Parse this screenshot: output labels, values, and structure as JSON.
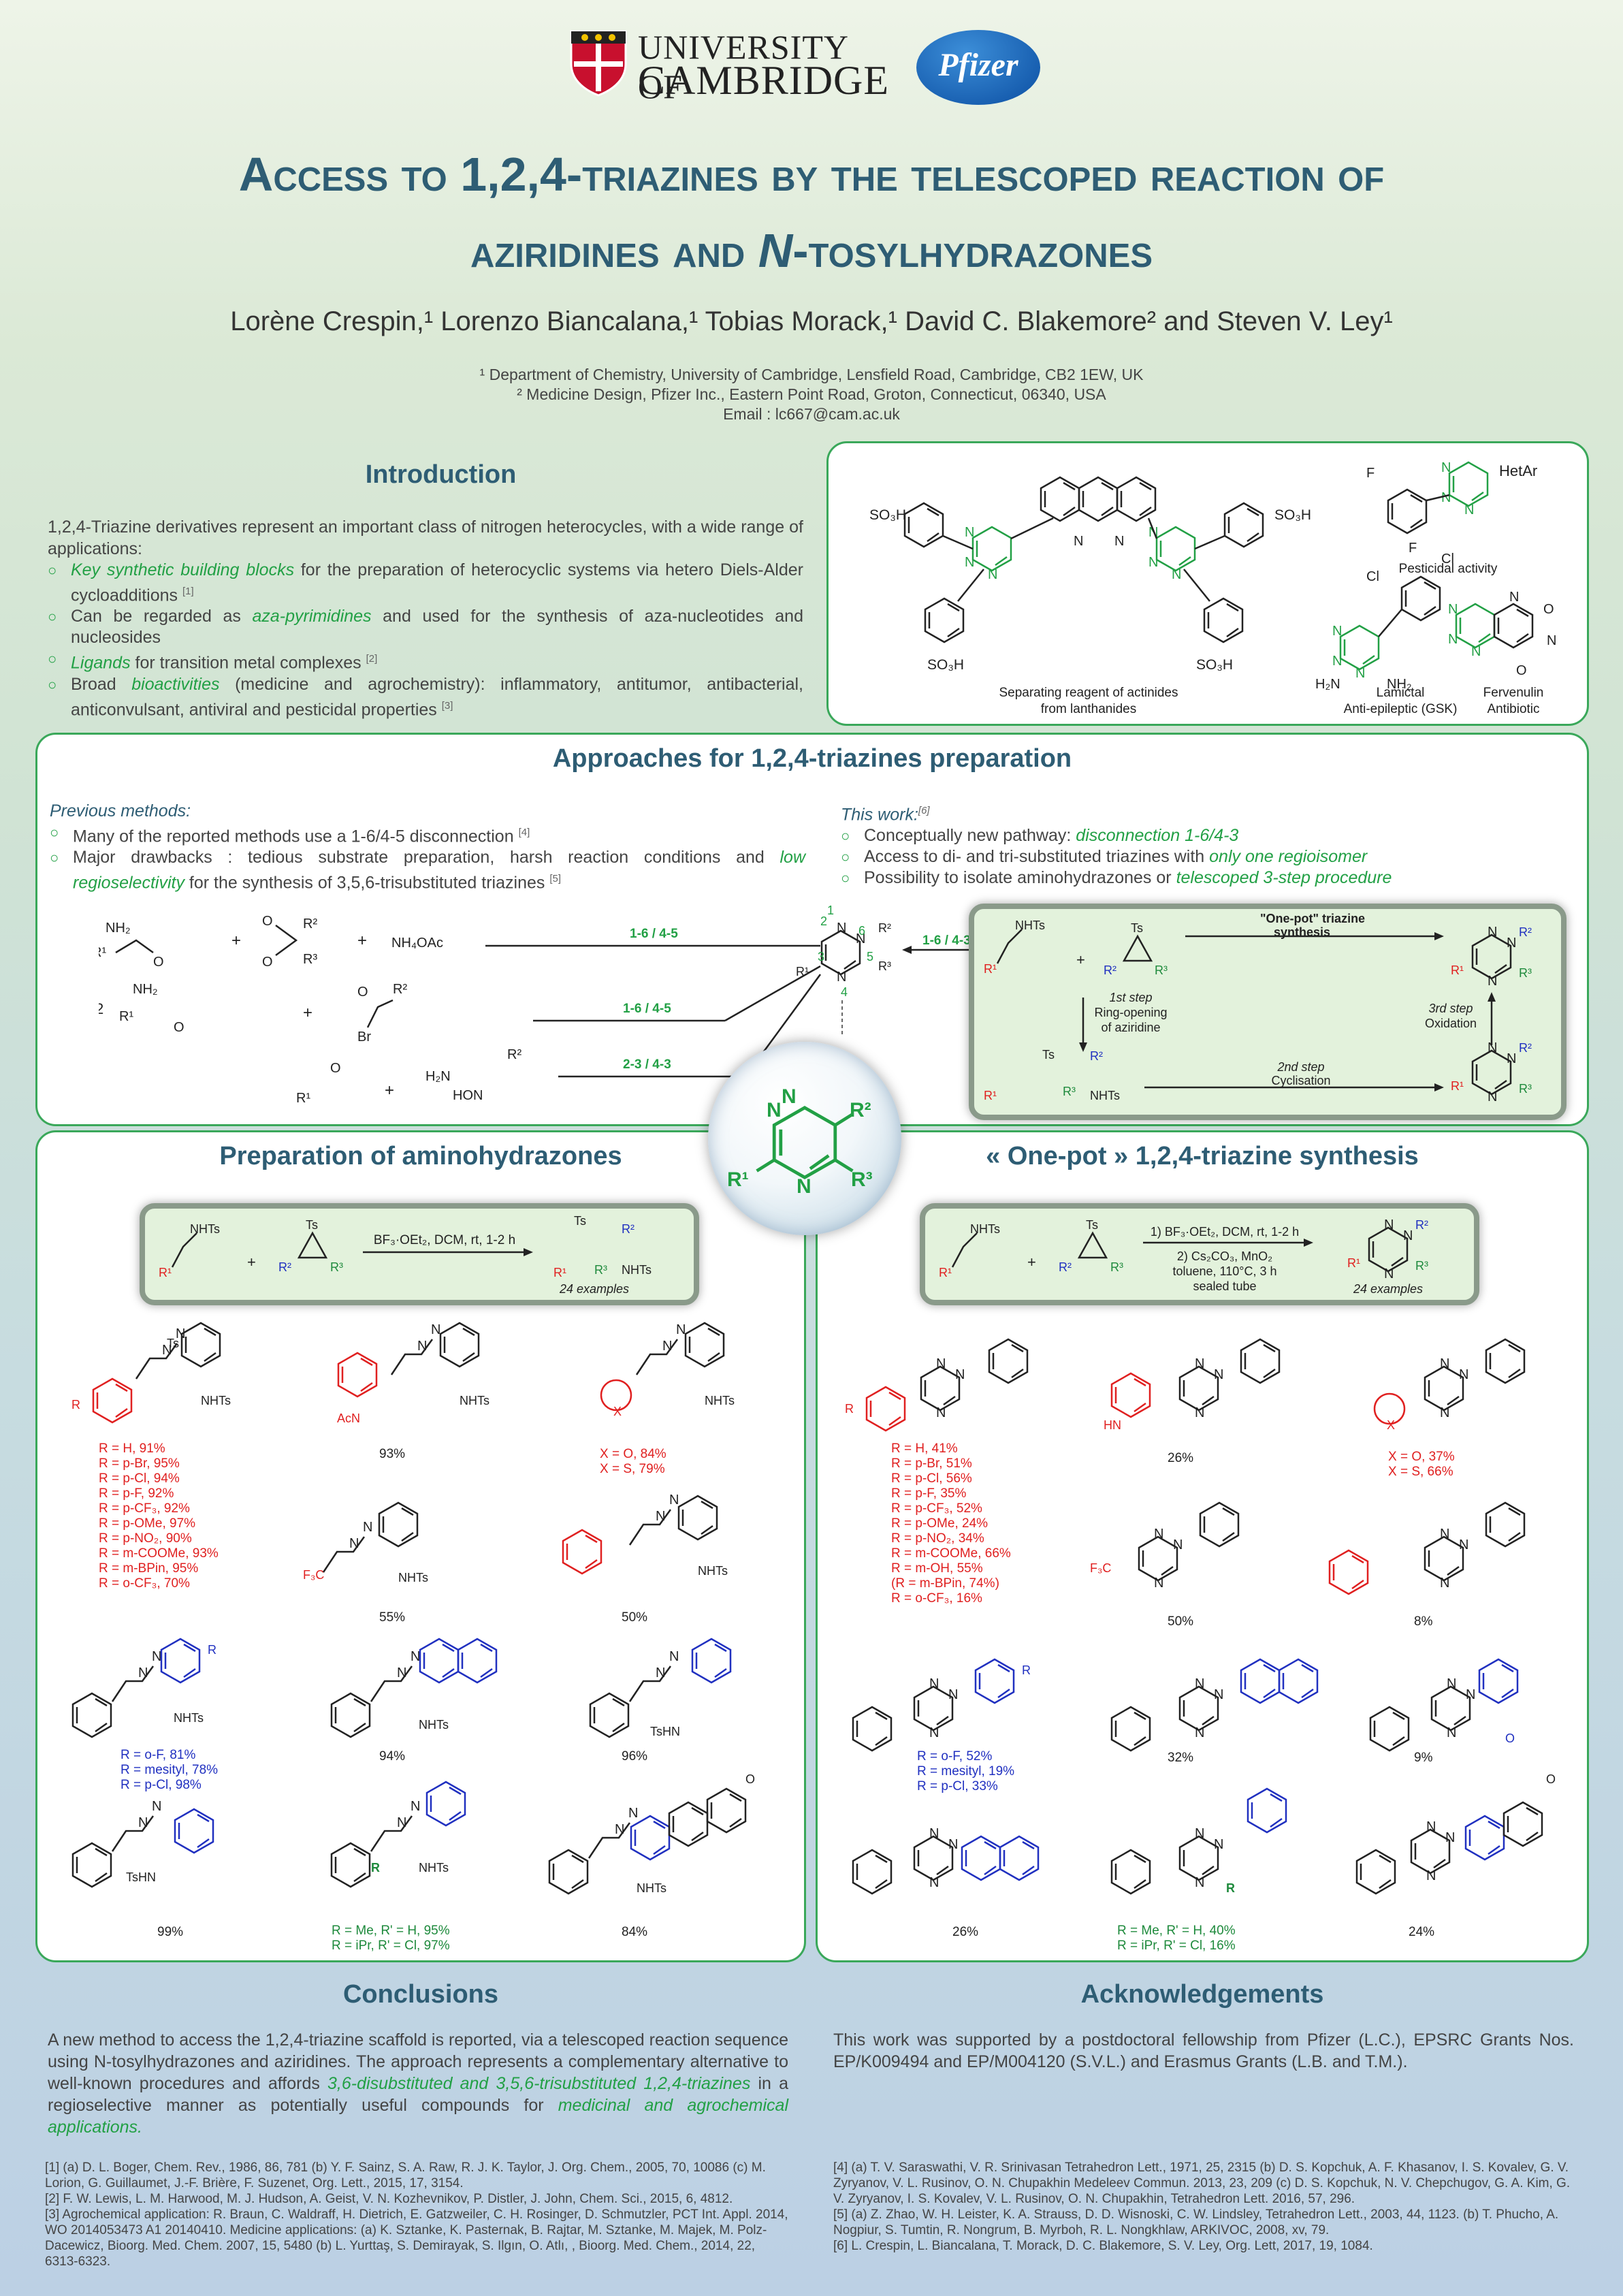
{
  "header": {
    "uni_line1": "UNIVERSITY OF",
    "uni_line2": "CAMBRIDGE",
    "pfizer": "Pfizer",
    "title_line1": "Access to 1,2,4-triazines by the telescoped reaction of",
    "title_line2_a": "aziridines and ",
    "title_line2_b": "N",
    "title_line2_c": "-tosylhydrazones",
    "authors": "Lorène Crespin,¹ Lorenzo Biancalana,¹ Tobias Morack,¹ David C. Blakemore² and Steven V. Ley¹",
    "affil1": "¹ Department of Chemistry, University of Cambridge, Lensfield Road, Cambridge, CB2 1EW, UK",
    "affil2": "² Medicine Design, Pfizer Inc., Eastern Point Road, Groton, Connecticut, 06340, USA",
    "email": "Email : lc667@cam.ac.uk"
  },
  "intro": {
    "title": "Introduction",
    "lead": "1,2,4-Triazine derivatives represent an important class of nitrogen heterocycles, with a wide range of applications:",
    "b1_hl": "Key synthetic building blocks",
    "b1_rest": " for the preparation of heterocyclic systems via hetero Diels-Alder cycloadditions ",
    "b1_ref": "[1]",
    "b2_a": "Can be regarded as ",
    "b2_hl": "aza-pyrimidines",
    "b2_rest": " and used for the synthesis of aza-nucleotides and nucleosides",
    "b3_hl": "Ligands",
    "b3_rest": " for transition metal complexes ",
    "b3_ref": "[2]",
    "b4_a": "Broad ",
    "b4_hl": "bioactivities",
    "b4_rest": " (medicine and agrochemistry): inflammatory, antitumor, antibacterial, anticonvulsant, antiviral and pesticidal properties ",
    "b4_ref": "[3]"
  },
  "structures": {
    "s1_l1": "Separating reagent of actinides",
    "s1_l2": "from lanthanides",
    "s2_l1": "Lamictal",
    "s2_l2": "Anti-epileptic (GSK)",
    "s3_l1": "Fervenulin",
    "s3_l2": "Antibiotic",
    "s4": "Pesticidal activity",
    "hetar": "HetAr",
    "so3h": "SO₃H"
  },
  "approaches": {
    "title": "Approaches for 1,2,4-triazines preparation",
    "prev_head": "Previous methods:",
    "prev_b1": "Many of the reported methods use a 1-6/4-5 disconnection ",
    "prev_b1_ref": "[4]",
    "prev_b2_a": "Major drawbacks : tedious substrate preparation, harsh reaction conditions and ",
    "prev_b2_hl": "low regioselectivity",
    "prev_b2_rest": " for the synthesis of 3,5,6-trisubstituted triazines ",
    "prev_b2_ref": "[5]",
    "this_head": "This work:",
    "this_ref": "[6]",
    "this_b1_a": "Conceptually new pathway: ",
    "this_b1_hl": "disconnection 1-6/4-3",
    "this_b2_a": "Access to di- and tri-substituted triazines with ",
    "this_b2_hl": "only one regioisomer",
    "this_b3_a": "Possibility to isolate aminohydrazones or ",
    "this_b3_hl": "telescoped 3-step procedure",
    "arrow1": "1-6 / 4-5",
    "arrow2": "1-6 / 4-5",
    "arrow3": "2-3 / 4-3",
    "arrow4": "1-6 / 4-3",
    "nh4oac": "NH₄OAc",
    "two": "2",
    "onepot": "\"One-pot\" triazine",
    "synthesis": "synthesis",
    "step1a": "1st step",
    "step1b": "Ring-opening",
    "step1c": "of aziridine",
    "step2a": "2nd step",
    "step2b": "Cyclisation",
    "step3a": "3rd step",
    "step3b": "Oxidation"
  },
  "prep": {
    "title": "Preparation of aminohydrazones",
    "cond": "BF₃·OEt₂, DCM, rt, 1-2 h",
    "examples": "24 examples",
    "c1": [
      "R = H, 91%",
      "R = p-Br, 95%",
      "R = p-Cl, 94%",
      "R = p-F, 92%",
      "R = p-CF₃, 92%",
      "R = p-OMe, 97%",
      "R = p-NO₂, 90%",
      "R = m-COOMe, 93%",
      "R = m-BPin, 95%",
      "R = o-CF₃, 70%"
    ],
    "y_indole": "93%",
    "y_furan": [
      "X = O, 84%",
      "X = S, 79%"
    ],
    "y_cf3": "55%",
    "y_phet": "50%",
    "y_sub": [
      "R = o-F, 81%",
      "R = mesityl, 78%",
      "R = p-Cl, 98%"
    ],
    "y_naph": "94%",
    "y_indane": "96%",
    "y_tetra": "99%",
    "y_alkyl": [
      "R = Me, R' = H, 95%",
      "R = iPr, R' = Cl, 97%"
    ],
    "y_estrone": "84%"
  },
  "onepot": {
    "title": "« One-pot » 1,2,4-triazine synthesis",
    "cond1": "1) BF₃·OEt₂, DCM, rt, 1-2 h",
    "cond2": "2) Cs₂CO₃, MnO₂",
    "cond3": "toluene, 110°C, 3 h",
    "cond4": "sealed tube",
    "examples": "24 examples",
    "c1": [
      "R = H, 41%",
      "R = p-Br, 51%",
      "R = p-Cl, 56%",
      "R = p-F, 35%",
      "R = p-CF₃, 52%",
      "R = p-OMe, 24%",
      "R = p-NO₂, 34%",
      "R = m-COOMe, 66%",
      "R = m-OH, 55%",
      "(R = m-BPin, 74%)",
      "R = o-CF₃, 16%"
    ],
    "y_indole": "26%",
    "y_furan": [
      "X = O, 37%",
      "X = S, 66%"
    ],
    "y_cf3": "50%",
    "y_phet": "8%",
    "y_sub": [
      "R = o-F, 52%",
      "R = mesityl, 19%",
      "R = p-Cl, 33%"
    ],
    "y_naph": "32%",
    "y_fluor": "9%",
    "y_anth": "26%",
    "y_alkyl": [
      "R = Me, R' = H, 40%",
      "R = iPr, R' = Cl, 16%"
    ],
    "y_estrone": "24%"
  },
  "conclusions": {
    "title": "Conclusions",
    "text_a": "A new method to access the 1,2,4-triazine scaffold is reported, via a telescoped reaction sequence using N-tosylhydrazones and aziridines. The approach represents a complementary alternative to well-known procedures and affords ",
    "text_hl1": "3,6-disubstituted and 3,5,6-trisubstituted 1,2,4-triazines",
    "text_b": " in a regioselective manner as potentially useful compounds for ",
    "text_hl2": "medicinal and agrochemical applications."
  },
  "ack": {
    "title": "Acknowledgements",
    "text": "This work was supported by a postdoctoral fellowship from Pfizer (L.C.), EPSRC Grants Nos. EP/K009494 and EP/M004120 (S.V.L.) and Erasmus Grants (L.B. and T.M.)."
  },
  "refs_left": [
    "[1] (a) D. L. Boger, Chem. Rev., 1986, 86, 781 (b) Y. F. Sainz, S. A. Raw, R. J. K. Taylor, J. Org. Chem., 2005, 70, 10086 (c) M. Lorion, G. Guillaumet, J.-F. Brière, F. Suzenet, Org. Lett., 2015, 17, 3154.",
    "[2] F. W. Lewis, L. M. Harwood, M. J. Hudson, A. Geist, V. N. Kozhevnikov, P. Distler, J. John, Chem. Sci., 2015, 6, 4812.",
    "[3] Agrochemical application: R. Braun, C. Waldraff, H. Dietrich, E. Gatzweiler, C. H. Rosinger, D. Schmutzler, PCT Int. Appl. 2014, WO 2014053473 A1 20140410. Medicine applications: (a) K. Sztanke, K. Pasternak, B. Rajtar, M. Sztanke, M. Majek, M. Polz-Dacewicz, Bioorg. Med. Chem. 2007, 15, 5480 (b) L. Yurttaş, S. Demirayak, S. Ilgın, O. Atlı, , Bioorg. Med. Chem., 2014, 22, 6313-6323."
  ],
  "refs_right": [
    "[4] (a) T. V. Saraswathi, V. R. Srinivasan Tetrahedron Lett., 1971, 25, 2315 (b) D. S. Kopchuk, A. F. Khasanov, I. S. Kovalev, G. V. Zyryanov, V. L. Rusinov, O. N. Chupakhin Medeleev Commun. 2013, 23, 209 (c) D. S. Kopchuk, N. V. Chepchugov, G. A. Kim, G. V. Zyryanov, I. S. Kovalev, V. L. Rusinov, O. N. Chupakhin, Tetrahedron Lett. 2016, 57, 296.",
    "[5] (a) Z. Zhao, W. H. Leister, K. A. Strauss, D. D. Wisnoski, C. W. Lindsley, Tetrahedron Lett., 2003, 44, 1123. (b) T. Phucho, A. Nogpiur, S. Tumtin, R. Nongrum, B. Myrboh, R. L. Nongkhlaw, ARKIVOC, 2008, xv, 79.",
    "[6] L. Crespin, L. Biancalana, T. Morack, D. C. Blakemore, S. V. Ley, Org. Lett, 2017, 19, 1084."
  ],
  "colors": {
    "accent_green": "#22a045",
    "title_blue": "#2e5d74",
    "card_border": "#3aa85a",
    "red": "#e02020",
    "blue": "#2030c0"
  }
}
